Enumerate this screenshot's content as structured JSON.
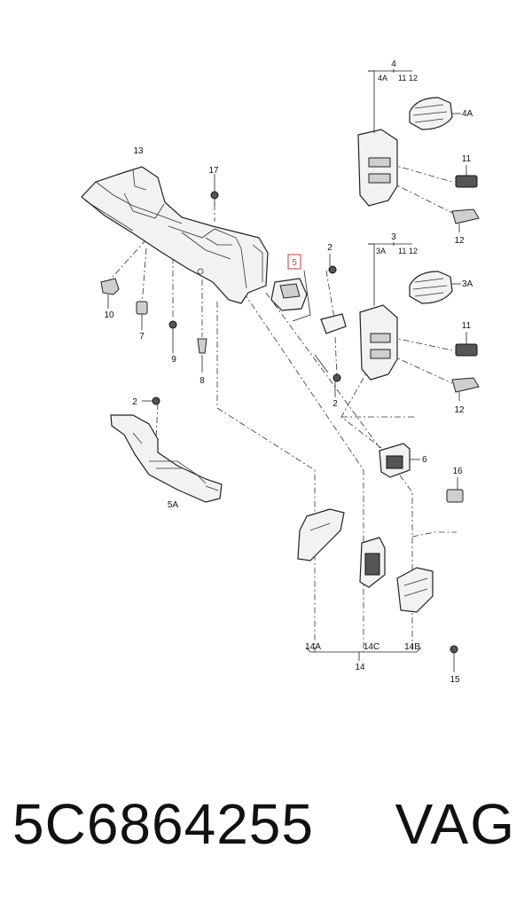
{
  "diagram": {
    "callouts": {
      "c2a": "2",
      "c2b": "2",
      "c2c": "2",
      "c3": "3",
      "c3A": "3A",
      "c3_11": "11",
      "c3_12": "12",
      "c3A_r": "3A",
      "c4": "4",
      "c4A": "4A",
      "c4_11": "11",
      "c4_12": "12",
      "c4A_r": "4A",
      "c5": "5",
      "c5A": "5A",
      "c6": "6",
      "c7": "7",
      "c8": "8",
      "c9": "9",
      "c10": "10",
      "c11a": "11",
      "c11b": "11",
      "c12a": "12",
      "c12b": "12",
      "c13": "13",
      "c14": "14",
      "c14A": "14A",
      "c14B": "14B",
      "c14C": "14C",
      "c15": "15",
      "c16": "16",
      "c17": "17"
    }
  },
  "caption": {
    "part_number": "5C6864255",
    "brand": "VAG"
  },
  "colors": {
    "highlight": "#d23a3a",
    "ink": "#111111"
  }
}
